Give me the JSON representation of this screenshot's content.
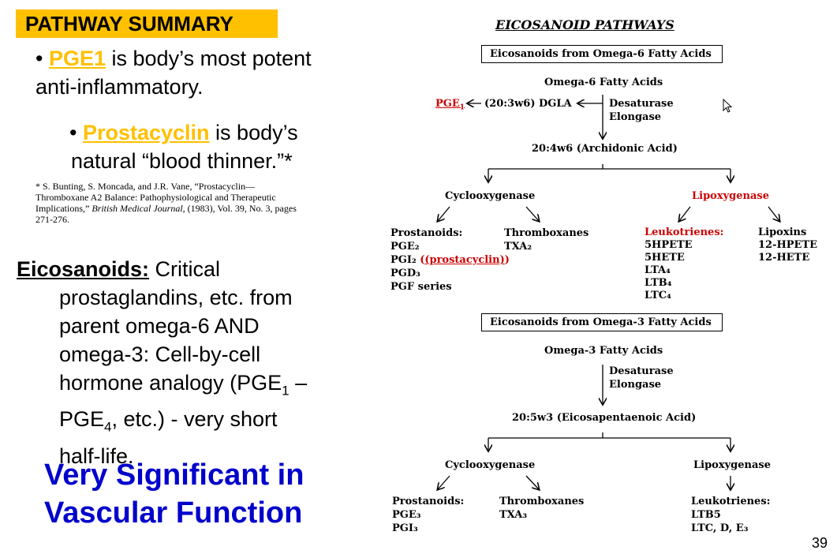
{
  "left": {
    "title": "PATHWAY SUMMARY",
    "bullet1": {
      "prefix": "• ",
      "highlight": "PGE1",
      "rest1": " is body’s most potent",
      "rest2": "anti-inflammatory."
    },
    "bullet2": {
      "prefix": "• ",
      "highlight": "Prostacyclin",
      "rest1": " is body’s",
      "rest2": "natural “blood thinner.”*"
    },
    "citation": {
      "line1": "* S. Bunting, S. Moncada, and J.R. Vane, “Prostacyclin—",
      "line2": "Thromboxane A2 Balance: Pathophysiological and Therapeutic",
      "line3_pre": "Implications,” ",
      "line3_journal": "British Medical Journal",
      "line3_post": ", (1983), Vol. 39, No. 3, pages",
      "line4": "271-276."
    },
    "eicosanoids": {
      "term": "Eicosanoids:",
      "rest": " Critical",
      "lines": [
        "prostaglandins, etc. from",
        "parent omega-6 AND",
        "omega-3: Cell-by-cell",
        "short",
        "half-life."
      ],
      "hormone_pre": "hormone analogy (PGE",
      "hormone_sub": "1",
      "hormone_post": " –",
      "pge4_pre": "PGE",
      "pge4_sub": "4",
      "pge4_post": ", etc.) - very short"
    },
    "significant": [
      "Very Significant in",
      "Vascular Function"
    ]
  },
  "diagram": {
    "title": "EICOSANOID PATHWAYS",
    "omega6": {
      "box": "Eicosanoids from Omega-6 Fatty Acids",
      "source": "Omega-6 Fatty Acids",
      "pge1": "PGE",
      "pge1_sub": "1",
      "dgla": "(20:3w6) DGLA",
      "enzyme1": "Desaturase",
      "enzyme2": "Elongase",
      "aa": "20:4w6 (Archidonic Acid)",
      "cox": "Cyclooxygenase",
      "lox": "Lipoxygenase",
      "prostanoids_head": "Prostanoids:",
      "prostanoids": [
        "PGE₂",
        "PGI₂",
        "PGD₃",
        "PGF series"
      ],
      "prostacyclin": "(prostacyclin)",
      "thromboxanes_head": "Thromboxanes",
      "txa": "TXA₂",
      "leukotrienes_head": "Leukotrienes:",
      "leukotrienes": [
        "5HPETE",
        "5HETE",
        "LTA₄",
        "LTB₄",
        "LTC₄"
      ],
      "lipoxins_head": "Lipoxins",
      "lipoxins": [
        "12-HPETE",
        "12-HETE"
      ]
    },
    "omega3": {
      "box": "Eicosanoids from Omega-3 Fatty Acids",
      "source": "Omega-3 Fatty Acids",
      "enzyme1": "Desaturase",
      "enzyme2": "Elongase",
      "epa": "20:5w3 (Eicosapentaenoic Acid)",
      "cox": "Cyclooxygenase",
      "lox": "Lipoxygenase",
      "prostanoids_head": "Prostanoids:",
      "prostanoids": [
        "PGE₃",
        "PGI₃"
      ],
      "thromboxanes_head": "Thromboxanes",
      "txa": "TXA₃",
      "leukotrienes_head": "Leukotrienes:",
      "leukotrienes": [
        "LTB5",
        "LTC, D, E₃"
      ]
    }
  },
  "page_number": "39",
  "colors": {
    "title_bg": "#ffc000",
    "highlight": "#ffc000",
    "significant": "#0000cc",
    "diagram_red": "#cc0000"
  }
}
